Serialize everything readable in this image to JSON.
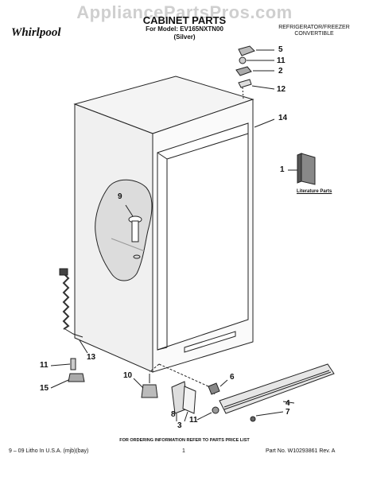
{
  "watermark": "AppliancePartsPros.com",
  "brand": {
    "logo": "Whirlpool"
  },
  "header": {
    "title": "CABINET PARTS",
    "model_line": "For Model: EV165NXTN00",
    "variant": "(Silver)",
    "category_line1": "REFRIGERATOR/FREEZER",
    "category_line2": "CONVERTIBLE"
  },
  "callouts": {
    "c5": "5",
    "c11_top": "11",
    "c2": "2",
    "c12": "12",
    "c14": "14",
    "c1": "1",
    "c9": "9",
    "c13": "13",
    "c11_left": "11",
    "c15": "15",
    "c10": "10",
    "c6": "6",
    "c4": "4",
    "c7": "7",
    "c8": "8",
    "c3": "3",
    "c11_bottom": "11"
  },
  "literature_label": "Literature Parts",
  "footer": {
    "ordering_note": "FOR ORDERING INFORMATION REFER TO PARTS PRICE LIST",
    "left": "9 – 09 Litho In U.S.A. (mjb)(bay)",
    "center": "1",
    "right": "Part No. W10293861 Rev. A"
  }
}
